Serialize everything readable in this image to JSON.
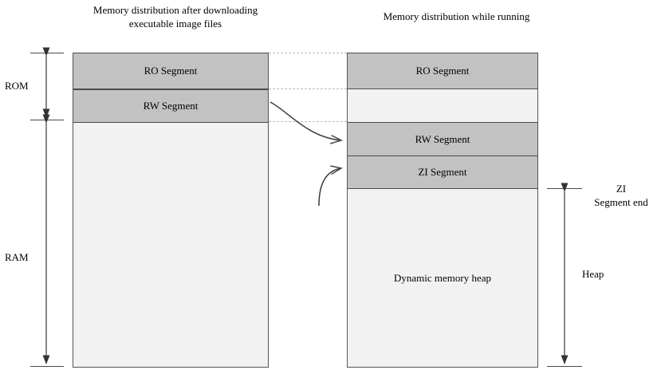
{
  "diagram": {
    "type": "memory-layout-diagram",
    "titles": {
      "left": "Memory distribution after downloading executable image files",
      "right": "Memory distribution while running"
    },
    "left_column": {
      "label": "after-download",
      "segments": [
        {
          "name": "ro",
          "label": "RO Segment",
          "fill": "#c2c2c2"
        },
        {
          "name": "rw",
          "label": "RW Segment",
          "fill": "#c2c2c2"
        },
        {
          "name": "free",
          "label": "",
          "fill": "#f2f2f2"
        }
      ]
    },
    "right_column": {
      "label": "while-running",
      "segments": [
        {
          "name": "ro",
          "label": "RO Segment",
          "fill": "#c2c2c2"
        },
        {
          "name": "gap",
          "label": "",
          "fill": "#f2f2f2"
        },
        {
          "name": "rw",
          "label": "RW Segment",
          "fill": "#c2c2c2"
        },
        {
          "name": "zi",
          "label": "ZI Segment",
          "fill": "#c2c2c2"
        },
        {
          "name": "heap",
          "label": "Dynamic memory heap",
          "fill": "#f2f2f2"
        }
      ]
    },
    "left_markers": [
      {
        "name": "rom",
        "label": "ROM"
      },
      {
        "name": "ram",
        "label": "RAM"
      }
    ],
    "right_markers": [
      {
        "name": "zi-segment-end",
        "label": "ZI\nSegment end",
        "line1": "ZI",
        "line2": "Segment end"
      },
      {
        "name": "heap",
        "label": "Heap"
      }
    ],
    "arrows": [
      {
        "name": "rw-relocation-arrow",
        "from": "left RW Segment",
        "to": "right RW Segment"
      },
      {
        "name": "zi-creation-arrow",
        "from": "below",
        "to": "right ZI Segment"
      }
    ],
    "colors": {
      "segment_fill": "#c2c2c2",
      "empty_fill": "#f2f2f2",
      "border": "#4a4a4a",
      "dotted": "#b9b9b9",
      "background": "#ffffff"
    }
  }
}
